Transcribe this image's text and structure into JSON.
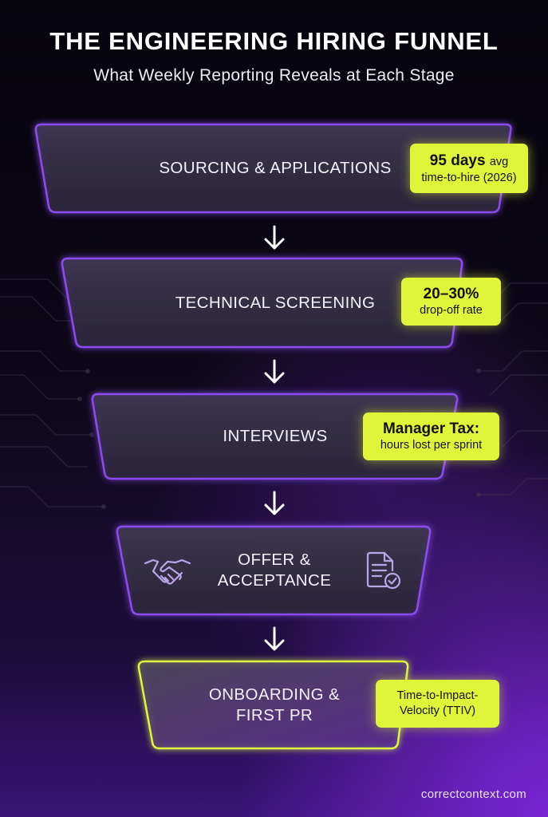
{
  "header": {
    "title": "THE ENGINEERING HIRING FUNNEL",
    "subtitle": "What Weekly Reporting Reveals at Each Stage"
  },
  "stages": [
    {
      "label": "SOURCING & APPLICATIONS",
      "badge": {
        "big": "95 days",
        "big_suffix": "avg",
        "small": "time-to-hire (2026)"
      }
    },
    {
      "label": "TECHNICAL SCREENING",
      "badge": {
        "big": "20–30%",
        "small": "drop-off rate"
      }
    },
    {
      "label": "INTERVIEWS",
      "badge": {
        "big": "Manager Tax:",
        "small": "hours lost per sprint"
      }
    },
    {
      "label_line1": "OFFER &",
      "label_line2": "ACCEPTANCE",
      "left_icon": "handshake-icon",
      "right_icon": "document-check-icon"
    },
    {
      "label_line1": "ONBOARDING &",
      "label_line2": "FIRST PR",
      "badge": {
        "line1": "Time-to-Impact-",
        "line2": "Velocity (TTIV)"
      }
    }
  ],
  "footer": {
    "source": "correctcontext.com"
  },
  "colors": {
    "accent_purple": "#8b4cf0",
    "accent_lime": "#dff53a",
    "background": "#0d0818"
  }
}
